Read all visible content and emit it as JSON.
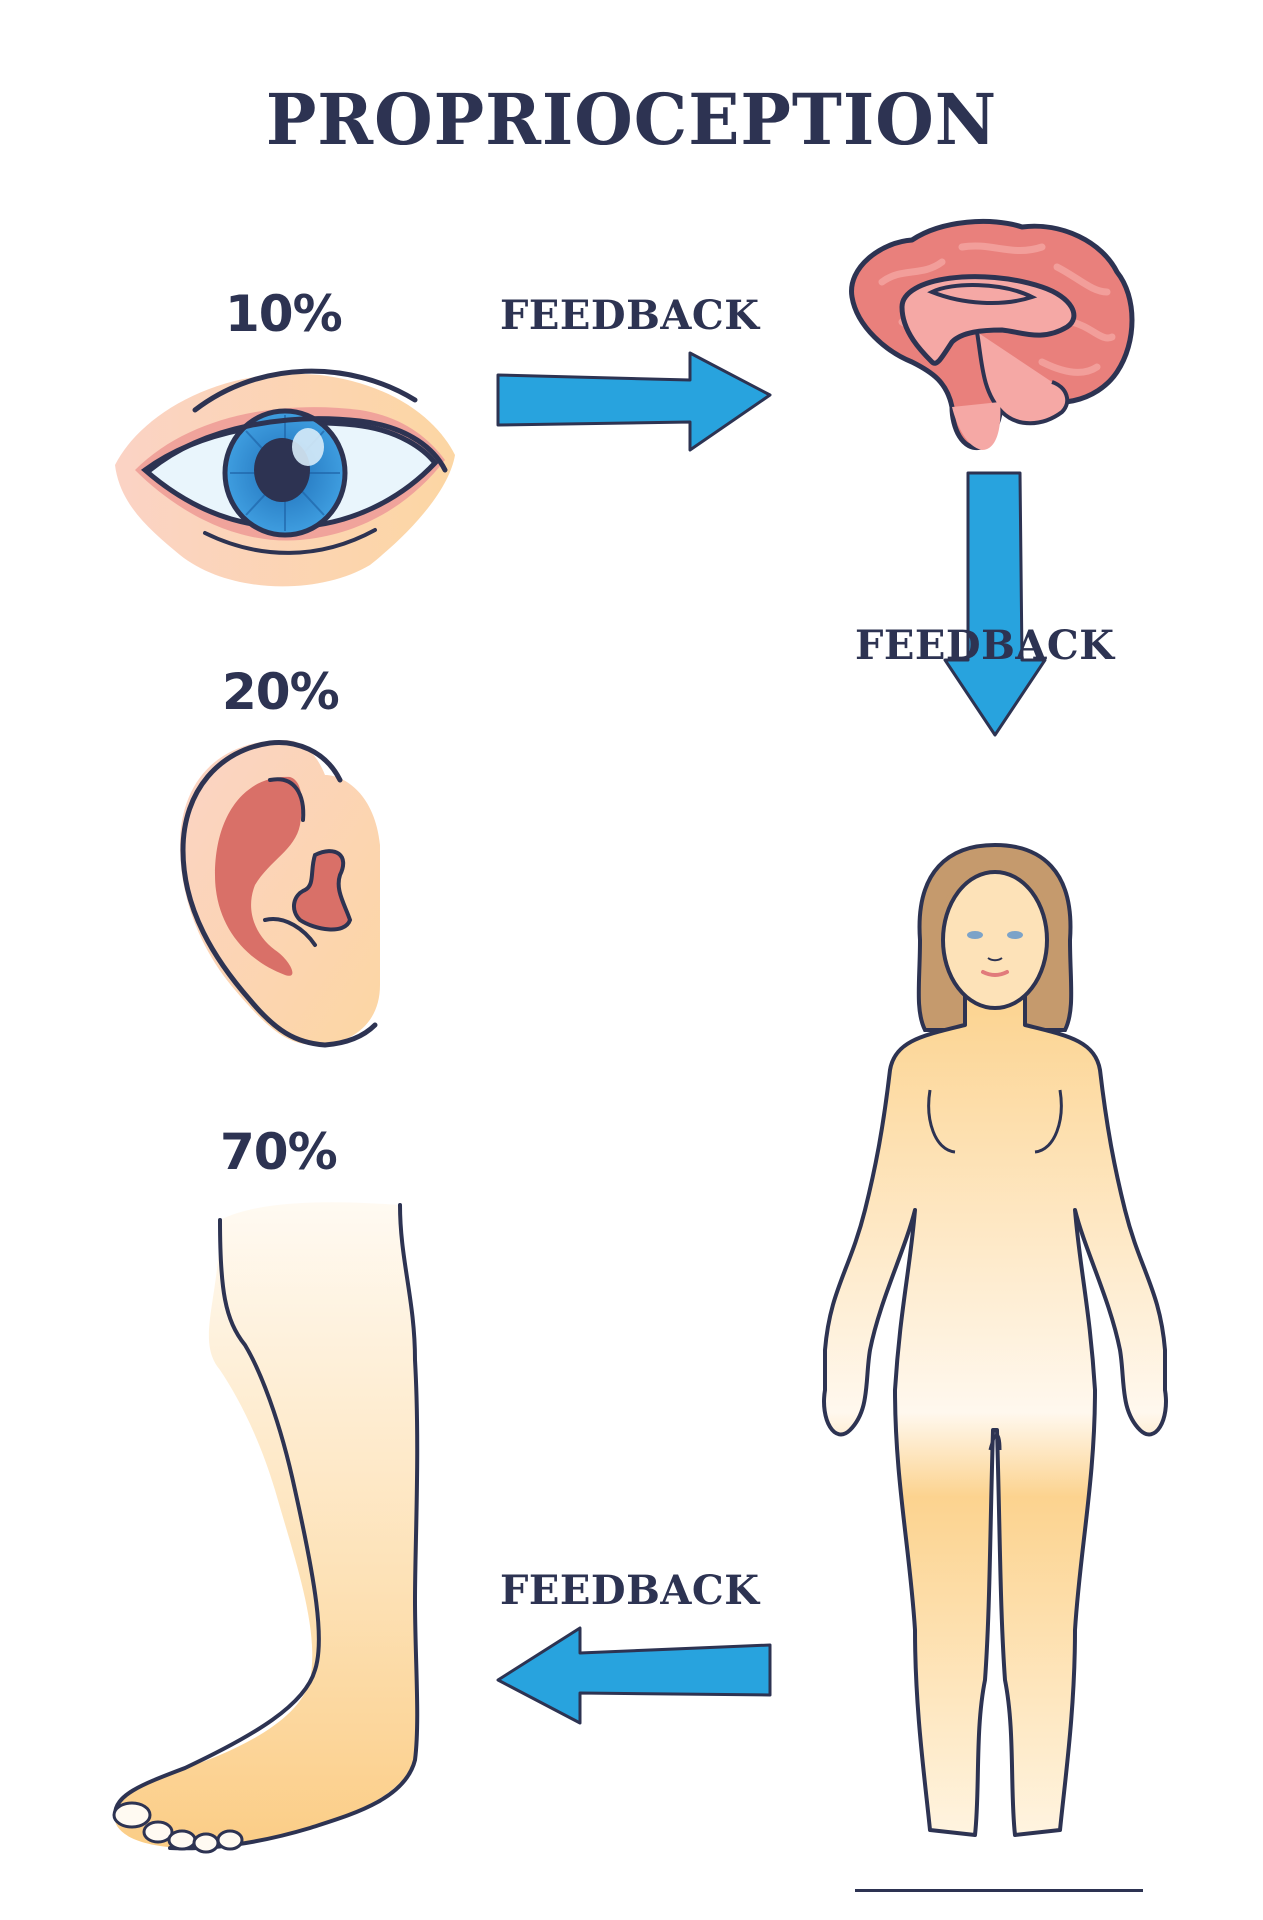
{
  "title": "PROPRIOCEPTION",
  "senses": [
    {
      "name": "eye",
      "percent": "10%"
    },
    {
      "name": "ear",
      "percent": "20%"
    },
    {
      "name": "leg",
      "percent": "70%"
    }
  ],
  "arrows": [
    {
      "direction": "right",
      "label": "FEEDBACK",
      "from": "eye",
      "to": "brain"
    },
    {
      "direction": "down",
      "label": "FEEDBACK",
      "from": "brain",
      "to": "body"
    },
    {
      "direction": "left",
      "label": "FEEDBACK",
      "from": "body",
      "to": "leg"
    }
  ],
  "colors": {
    "text": "#2d3352",
    "arrow": "#28a3de",
    "outline": "#2d3352",
    "skin_light": "#fff4e0",
    "skin": "#fcd38f",
    "brain": "#e9807c",
    "brain_light": "#f5a8a5",
    "iris": "#3f93d6",
    "hair": "#c59a6d"
  }
}
